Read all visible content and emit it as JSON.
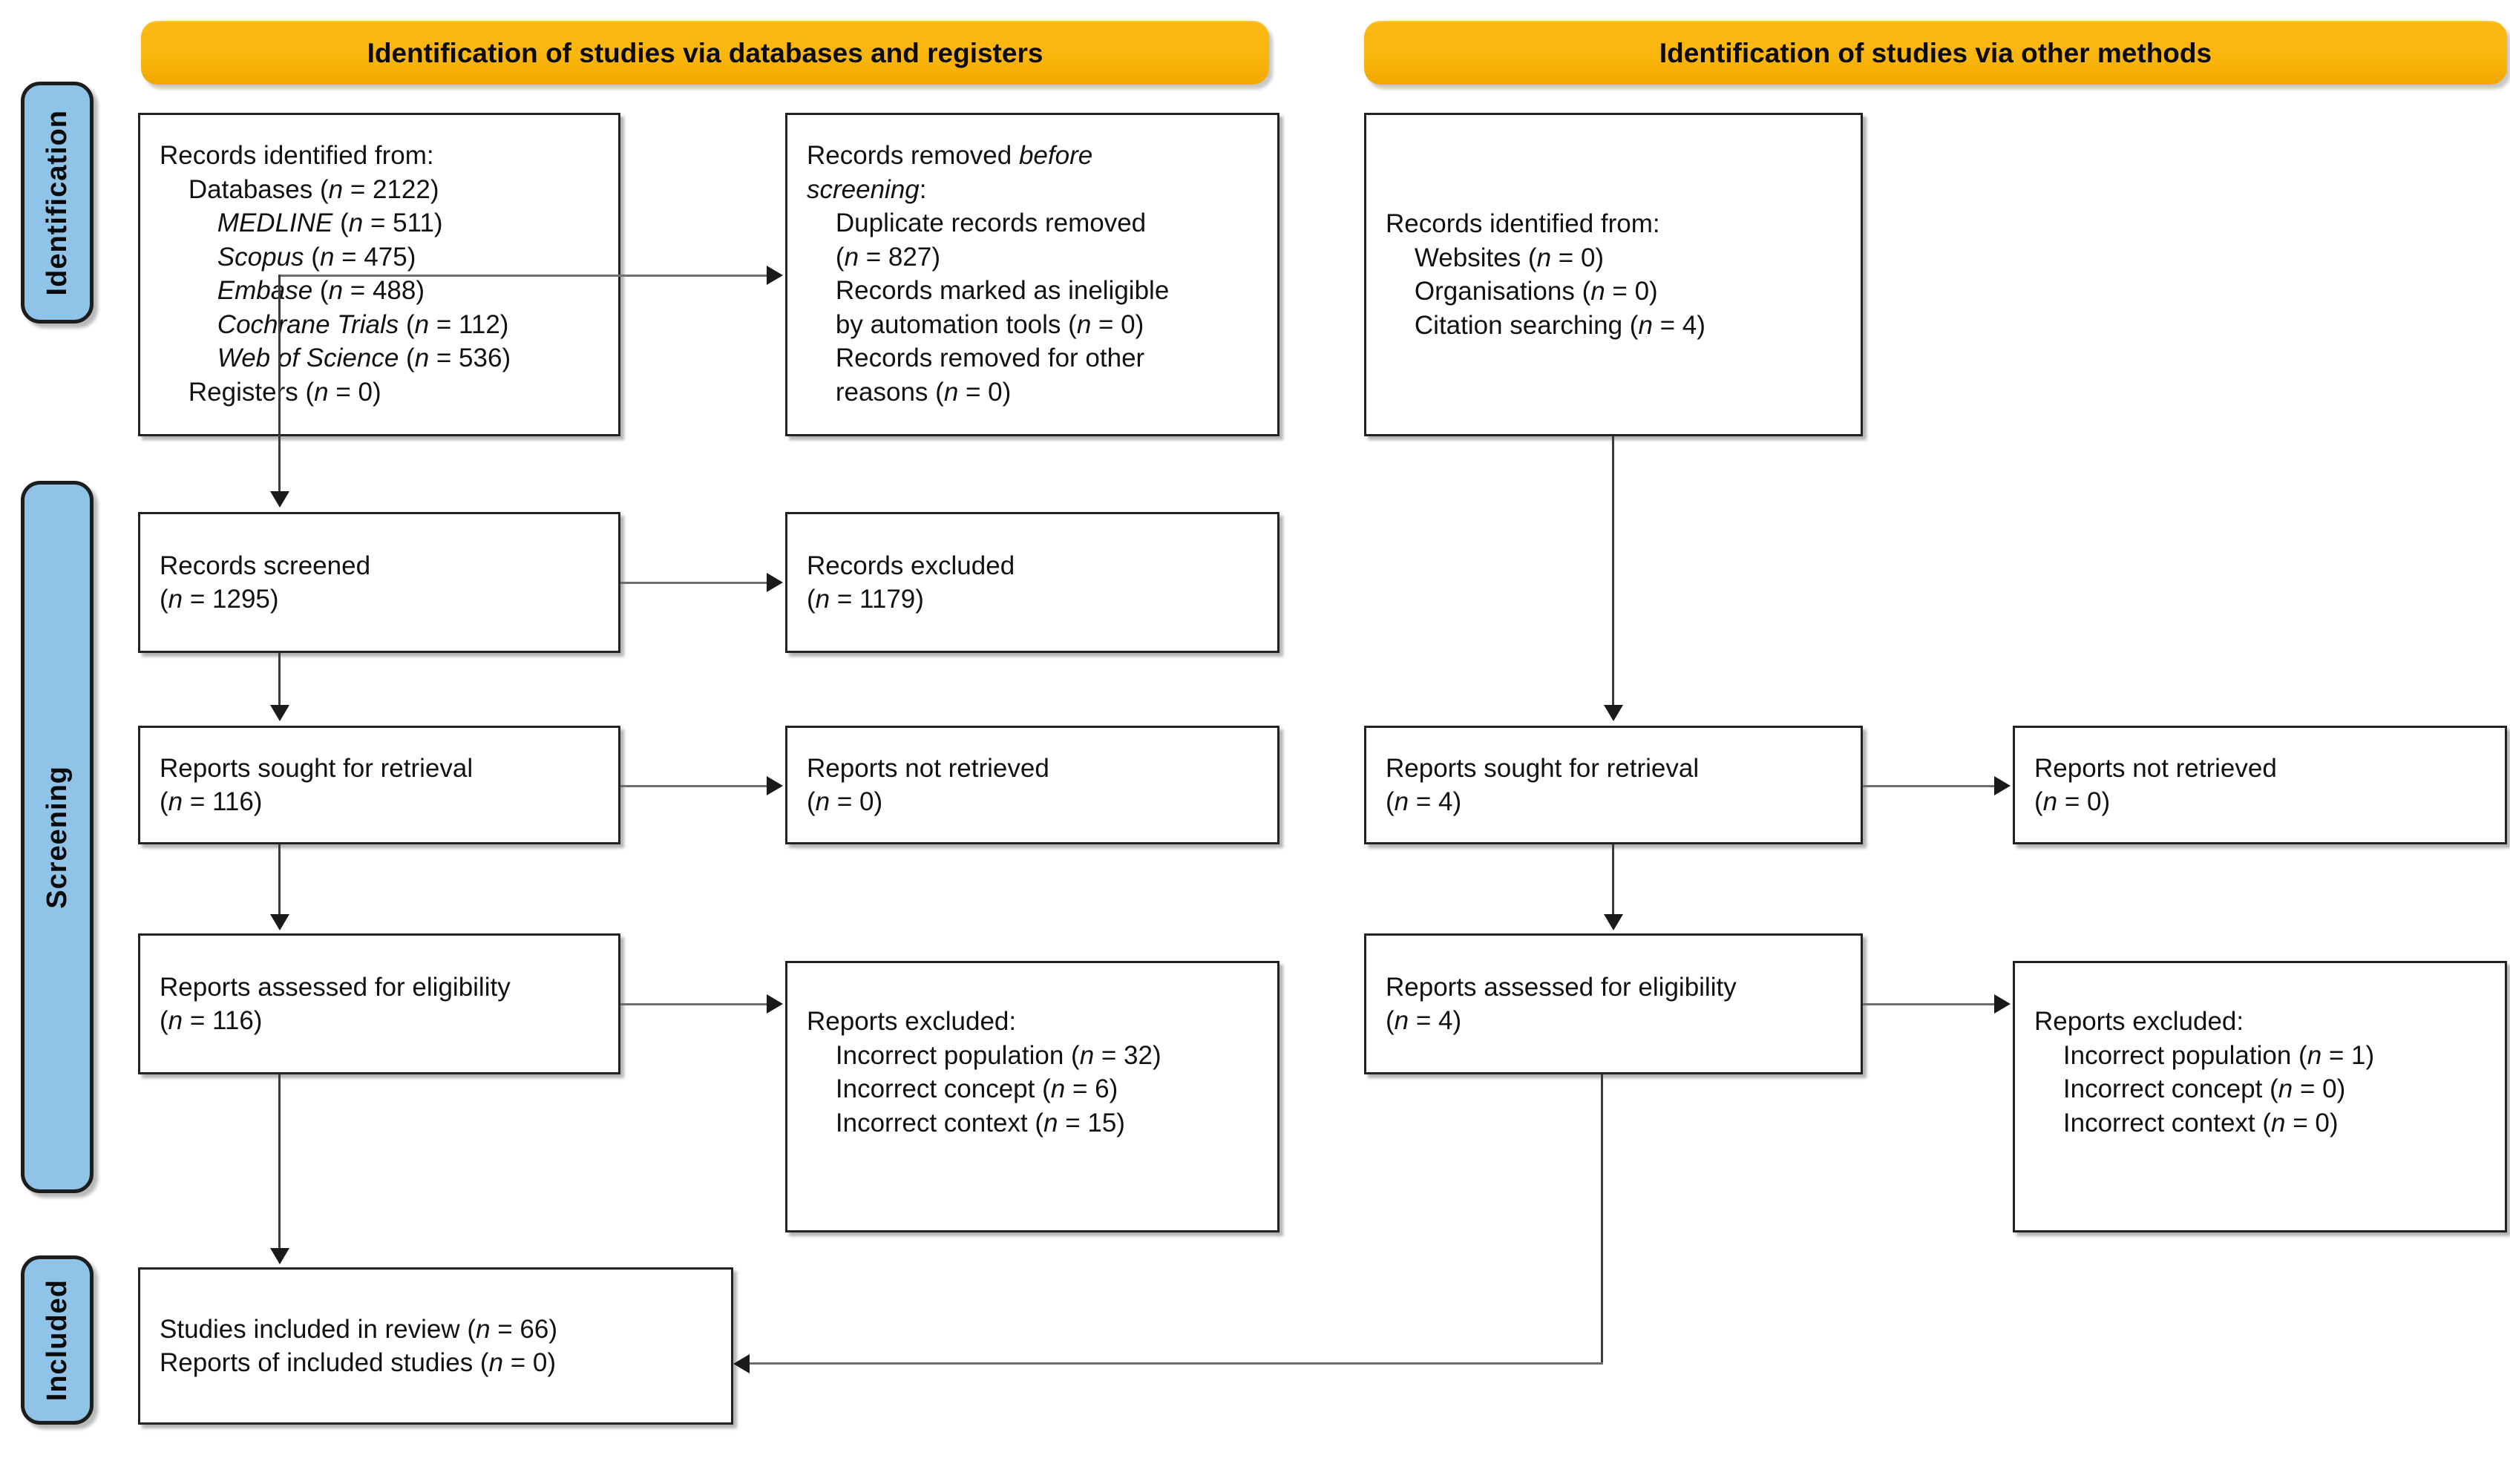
{
  "diagram": {
    "type": "prisma-2020-flow-diagram",
    "title_left": "Identification of studies via databases and registers",
    "title_right": "Identification of studies via other methods"
  },
  "stages": {
    "identification": "Identification",
    "screening": "Screening",
    "included": "Included"
  },
  "left_column": {
    "identified": "Records identified from:\n    Databases (n = 2122)\n        MEDLINE (n = 511)\n        Scopus (n = 475)\n        Embase (n = 488)\n        Cochrane Trials (n = 112)\n        Web of Science (n = 536)\n    Registers (n = 0)",
    "identified_lines": [
      {
        "text": "Records identified from:",
        "indent": 0,
        "italic": false
      },
      {
        "text": "Databases (n = 2122)",
        "indent": 1,
        "italic": false
      },
      {
        "text": "MEDLINE (n = 511)",
        "indent": 2,
        "italic": true
      },
      {
        "text": "Scopus (n = 475)",
        "indent": 2,
        "italic": true
      },
      {
        "text": "Embase (n = 488)",
        "indent": 2,
        "italic": true
      },
      {
        "text": "Cochrane Trials (n = 112)",
        "indent": 2,
        "italic": true
      },
      {
        "text": "Web of Science (n = 536)",
        "indent": 2,
        "italic": true
      },
      {
        "text": "Registers (n = 0)",
        "indent": 1,
        "italic": false
      }
    ],
    "removed": "Records removed before\nscreening:\n    Duplicate records removed\n    (n = 827)\n    Records marked as ineligible\n    by automation tools (n = 0)\n    Records removed for other\n    reasons (n = 0)",
    "screened": "Records screened\n(n = 1295)",
    "excluded": "Records excluded\n(n = 1179)",
    "sought": "Reports sought for retrieval\n(n = 116)",
    "not_retrieved": "Reports not retrieved\n(n = 0)",
    "assessed": "Reports assessed for eligibility\n(n = 116)",
    "reports_excluded": "Reports excluded:\n    Incorrect population (n = 32)\n    Incorrect concept (n = 6)\n    Incorrect context (n = 15)"
  },
  "right_column": {
    "identified": "Records identified from:\n    Websites (n = 0)\n    Organisations (n = 0)\n    Citation searching (n = 4)",
    "sought": "Reports sought for retrieval\n(n = 4)",
    "not_retrieved": "Reports not retrieved\n(n = 0)",
    "assessed": "Reports assessed for eligibility\n(n = 4)",
    "reports_excluded": "Reports excluded:\n    Incorrect population (n = 1)\n    Incorrect concept (n = 0)\n    Incorrect context (n = 0)"
  },
  "included_box": {
    "text": "Studies included in review (n = 66)\nReports of included studies (n = 0)"
  },
  "counts": {
    "databases_total": 2122,
    "medline": 511,
    "scopus": 475,
    "embase": 488,
    "cochrane_trials": 112,
    "web_of_science": 536,
    "registers": 0,
    "duplicates_removed": 827,
    "ineligible_automation": 0,
    "removed_other": 0,
    "records_screened": 1295,
    "records_excluded": 1179,
    "reports_sought_db": 116,
    "reports_not_retrieved_db": 0,
    "reports_assessed_db": 116,
    "excluded_incorrect_population_db": 32,
    "excluded_incorrect_concept_db": 6,
    "excluded_incorrect_context_db": 15,
    "websites": 0,
    "organisations": 0,
    "citation_searching": 4,
    "reports_sought_other": 4,
    "reports_not_retrieved_other": 0,
    "reports_assessed_other": 4,
    "excluded_incorrect_population_other": 1,
    "excluded_incorrect_concept_other": 0,
    "excluded_incorrect_context_other": 0,
    "studies_included": 66,
    "reports_of_included_studies": 0
  },
  "colors": {
    "banner": "#FBB713",
    "stage_bar": "#8FC4E8",
    "box_border": "#222222",
    "connector": "#6e6e6e"
  }
}
